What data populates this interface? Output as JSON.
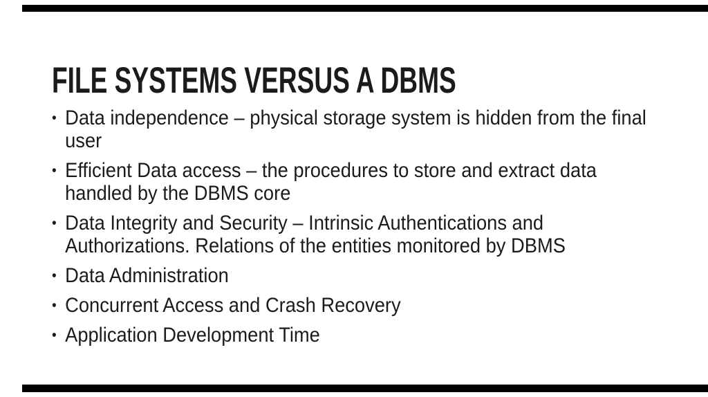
{
  "slide": {
    "title": "FILE SYSTEMS VERSUS A DBMS",
    "bullet_char": "•",
    "bullets": [
      {
        "lines": [
          "Data independence – physical storage system is hidden from the final",
          "user"
        ]
      },
      {
        "lines": [
          "Efficient Data access – the procedures to store and extract data",
          "handled by the DBMS core"
        ]
      },
      {
        "lines": [
          "Data Integrity and Security – Intrinsic Authentications and",
          "Authorizations. Relations of the entities monitored by DBMS"
        ]
      },
      {
        "lines": [
          "Data Administration"
        ]
      },
      {
        "lines": [
          "Concurrent Access and Crash Recovery"
        ]
      },
      {
        "lines": [
          "Application Development Time"
        ]
      }
    ],
    "colors": {
      "background": "#ffffff",
      "text": "#1b1b1b",
      "letterbox_bar": "#000000"
    }
  }
}
